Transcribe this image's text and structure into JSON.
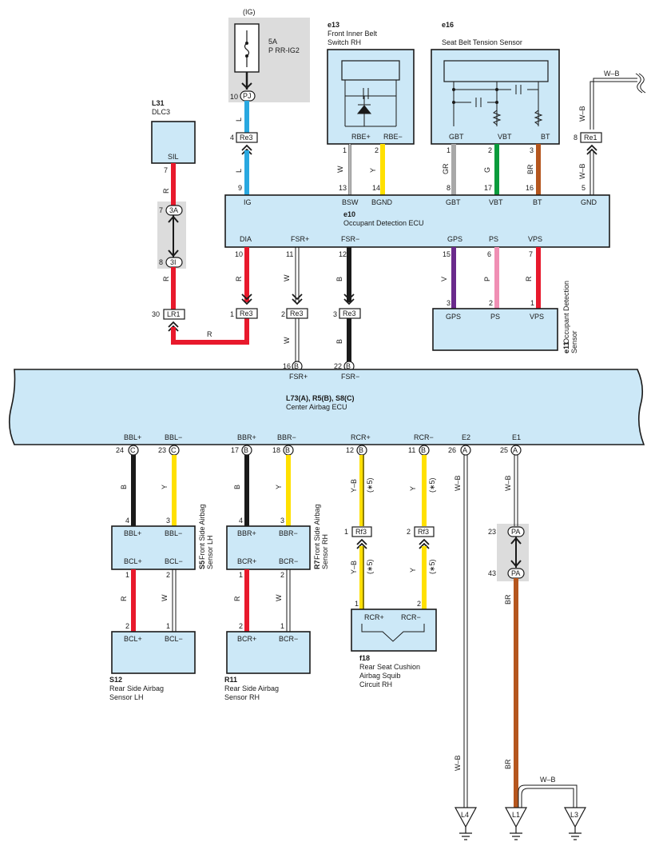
{
  "colors": {
    "box_fill": "#cce8f7",
    "red": "#e8192c",
    "blue": "#29a8e0",
    "yellow": "#ffe000",
    "black": "#1a1a1a",
    "gray": "#a8a8a8",
    "green": "#0a9b3c",
    "brown": "#b5561e",
    "violet": "#6a2a8c",
    "pink": "#f08fb4"
  },
  "fuse": {
    "ig": "(IG)",
    "amp": "5A",
    "name": "P RR-IG2",
    "pin": "10",
    "conn": "PJ"
  },
  "dlc3": {
    "id": "L31",
    "name": "DLC3",
    "pin_label": "SIL",
    "pin": "7"
  },
  "e13": {
    "id": "e13",
    "name_l1": "Front Inner Belt",
    "name_l2": "Switch RH",
    "p1": "RBE+",
    "p2": "RBE−",
    "n1": "1",
    "n2": "2"
  },
  "e16": {
    "id": "e16",
    "name": "Seat Belt Tension Sensor",
    "p1": "GBT",
    "p2": "VBT",
    "p3": "BT",
    "n1": "1",
    "n2": "2",
    "n3": "3"
  },
  "e10": {
    "id": "e10",
    "name": "Occupant Detection ECU",
    "top_pins": [
      {
        "label": "IG",
        "num": "9"
      },
      {
        "label": "BSW",
        "num": "13"
      },
      {
        "label": "BGND",
        "num": "14"
      },
      {
        "label": "GBT",
        "num": "8"
      },
      {
        "label": "VBT",
        "num": "17"
      },
      {
        "label": "BT",
        "num": "16"
      },
      {
        "label": "GND",
        "num": "5"
      }
    ],
    "bottom_pins": [
      {
        "label": "DIA",
        "num": "10"
      },
      {
        "label": "FSR+",
        "num": "11"
      },
      {
        "label": "FSR−",
        "num": "12"
      },
      {
        "label": "GPS",
        "num": "15"
      },
      {
        "label": "PS",
        "num": "6"
      },
      {
        "label": "VPS",
        "num": "7"
      }
    ]
  },
  "e11": {
    "id": "e11",
    "name_l1": "Occupant Detection",
    "name_l2": "Sensor",
    "p1": "GPS",
    "p2": "PS",
    "p3": "VPS",
    "n1": "3",
    "n2": "2",
    "n3": "1"
  },
  "wires": {
    "L": "L",
    "R": "R",
    "Y": "Y",
    "W": "W",
    "B": "B",
    "V": "V",
    "P": "P",
    "GR": "GR",
    "G": "G",
    "BR": "BR",
    "WB": "W–B",
    "YB": "Y–B",
    "x5": "(∗5)"
  },
  "connectors": {
    "re3": "Re3",
    "re1": "Re1",
    "lr1": "LR1",
    "c3a": "3A",
    "c3i": "3I",
    "rf3": "Rf3",
    "pa": "PA",
    "a": "A",
    "b": "B",
    "c": "C"
  },
  "center": {
    "title": "L73(A), R5(B), S8(C)",
    "name": "Center Airbag ECU",
    "fsr_plus": "FSR+",
    "fsr_minus": "FSR−",
    "n16": "16",
    "n22": "22",
    "pins": [
      {
        "label": "BBL+",
        "num": "24",
        "conn": "C"
      },
      {
        "label": "BBL−",
        "num": "23",
        "conn": "C"
      },
      {
        "label": "BBR+",
        "num": "17",
        "conn": "B"
      },
      {
        "label": "BBR−",
        "num": "18",
        "conn": "B"
      },
      {
        "label": "RCR+",
        "num": "12",
        "conn": "B"
      },
      {
        "label": "RCR−",
        "num": "11",
        "conn": "B"
      },
      {
        "label": "E2",
        "num": "26",
        "conn": "A"
      },
      {
        "label": "E1",
        "num": "25",
        "conn": "A"
      }
    ]
  },
  "s5": {
    "id": "S5",
    "name_l1": "Front Side Airbag",
    "name_l2": "Sensor LH",
    "t1": "BBL+",
    "t2": "BBL−",
    "b1": "BCL+",
    "b2": "BCL−",
    "n4": "4",
    "n3": "3",
    "n1": "1",
    "n2": "2"
  },
  "r7": {
    "id": "R7",
    "name_l1": "Front Side Airbag",
    "name_l2": "Sensor RH",
    "t1": "BBR+",
    "t2": "BBR−",
    "b1": "BCR+",
    "b2": "BCR−",
    "n4": "4",
    "n3": "3",
    "n1": "1",
    "n2": "2"
  },
  "s12": {
    "id": "S12",
    "name_l1": "Rear Side Airbag",
    "name_l2": "Sensor LH",
    "p1": "BCL+",
    "p2": "BCL−",
    "n2": "2",
    "n1": "1"
  },
  "r11": {
    "id": "R11",
    "name_l1": "Rear Side Airbag",
    "name_l2": "Sensor RH",
    "p1": "BCR+",
    "p2": "BCR−",
    "n2": "2",
    "n1": "1"
  },
  "f18": {
    "id": "f18",
    "name_l1": "Rear Seat Cushion",
    "name_l2": "Airbag Squib",
    "name_l3": "Circuit RH",
    "p1": "RCR+",
    "p2": "RCR−",
    "n1": "1",
    "n2": "2"
  },
  "misc_nums": {
    "n4": "4",
    "n7": "7",
    "n8": "8",
    "n30": "30",
    "n1": "1",
    "n2": "2",
    "n3": "3",
    "n23": "23",
    "n43": "43"
  },
  "grounds": {
    "l4": "L4",
    "l1": "L1",
    "l3": "L3"
  }
}
